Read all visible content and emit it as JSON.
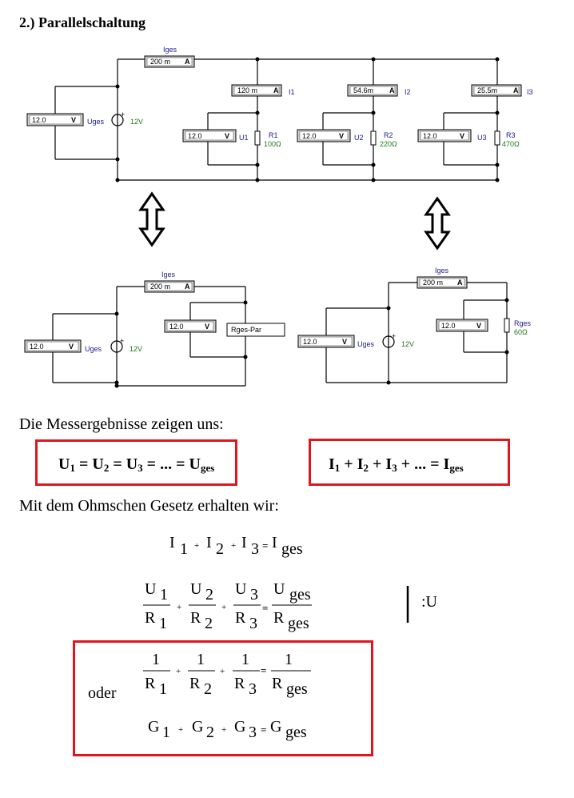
{
  "title": "2.) Parallelschaltung",
  "circuit_top": {
    "iges_label": "Iges",
    "iges_reading": "200 m",
    "amp_unit": "A",
    "volt_unit": "V",
    "uges_reading": "12.0",
    "uges_label": "Uges",
    "source_value": "12V",
    "branches": [
      {
        "ammeter": "120 m",
        "current_label": "I1",
        "voltmeter": "12.0",
        "voltage_label": "U1",
        "resistor": "R1",
        "ohms": "100Ω"
      },
      {
        "ammeter": "54.6m",
        "current_label": "I2",
        "voltmeter": "12.0",
        "voltage_label": "U2",
        "resistor": "R2",
        "ohms": "220Ω"
      },
      {
        "ammeter": "25.5m",
        "current_label": "I3",
        "voltmeter": "12.0",
        "voltage_label": "U3",
        "resistor": "R3",
        "ohms": "470Ω"
      }
    ]
  },
  "circuit_left": {
    "iges_label": "Iges",
    "iges_reading": "200 m",
    "uges_reading": "12.0",
    "uges_label": "Uges",
    "source_value": "12V",
    "voltmeter": "12.0",
    "box_label": "Rges-Par"
  },
  "circuit_right": {
    "iges_label": "Iges",
    "iges_reading": "200 m",
    "uges_reading": "12.0",
    "uges_label": "Uges",
    "source_value": "12V",
    "voltmeter": "12.0",
    "resistor": "Rges",
    "ohms": "60Ω"
  },
  "text": {
    "measurement_intro": "Die Messergebnisse zeigen uns:",
    "ohm_intro": "Mit  dem Ohmschen Gesetz erhalten wir:",
    "oder": "oder",
    "divide_note": ":U"
  },
  "box1": {
    "U1": "U",
    "s1": "1",
    "U2": "U",
    "s2": "2",
    "U3": "U",
    "s3": "3",
    "dots": "...",
    "Ug": "U",
    "sg": "ges"
  },
  "box2": {
    "I1": "I",
    "s1": "1",
    "I2": "I",
    "s2": "2",
    "I3": "I",
    "s3": "3",
    "dots": "...",
    "Ig": "I",
    "sg": "ges"
  },
  "sym": {
    "I": "I",
    "U": "U",
    "R": "R",
    "G": "G",
    "one": "1",
    "n1": "1",
    "n2": "2",
    "n3": "3",
    "ges": "ges",
    "plus": "+",
    "eq": "="
  },
  "colors": {
    "accent_red": "#e0161e",
    "label_blue": "#1a1a8c",
    "value_green": "#1b7a1b"
  }
}
